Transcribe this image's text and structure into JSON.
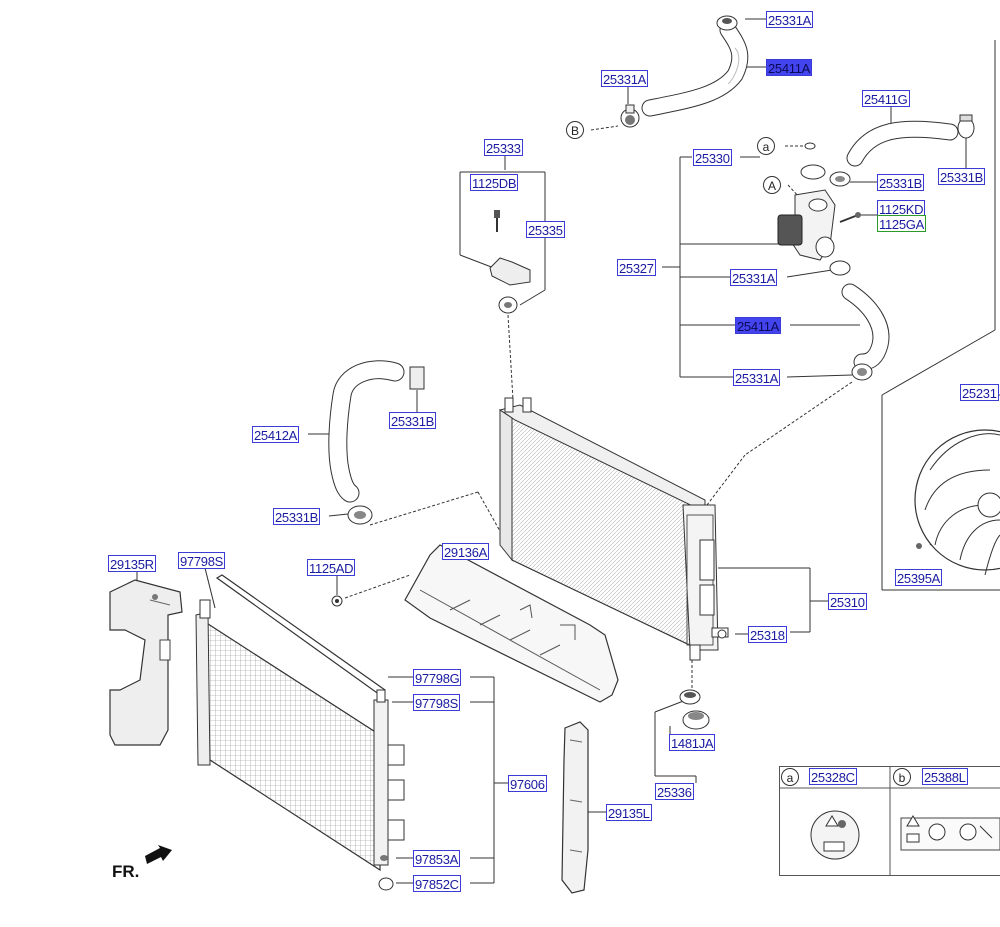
{
  "diagram": {
    "front_marker": "FR.",
    "reference_letters": {
      "a": "a",
      "b": "b",
      "A": "A",
      "B": "B"
    },
    "parts": {
      "p25331A_top": "25331A",
      "p25411A_top": "25411A",
      "p25331A_left": "25331A",
      "p25411G": "25411G",
      "p25333": "25333",
      "p25330": "25330",
      "p1125DB": "1125DB",
      "p25331B_a": "25331B",
      "p25331B_b": "25331B",
      "p1125KD": "1125KD",
      "p1125GA": "1125GA",
      "p25335": "25335",
      "p25327": "25327",
      "p25331A_mid": "25331A",
      "p25411A_mid": "25411A",
      "p25331A_low": "25331A",
      "p25231": "25231",
      "p25412A": "25412A",
      "p25331B_c": "25331B",
      "p25331B_d": "25331B",
      "p29135R": "29135R",
      "p97798S_top": "97798S",
      "p29136A": "29136A",
      "p1125AD": "1125AD",
      "p25395A": "25395A",
      "p25310": "25310",
      "p25318": "25318",
      "p97798G": "97798G",
      "p97798S_mid": "97798S",
      "p1481JA": "1481JA",
      "p97606": "97606",
      "p25336": "25336",
      "p29135L": "29135L",
      "p97853A": "97853A",
      "p97852C": "97852C"
    },
    "key_table": {
      "col_a_letter": "a",
      "col_a_part": "25328C",
      "col_b_letter": "b",
      "col_b_part": "25388L"
    }
  }
}
